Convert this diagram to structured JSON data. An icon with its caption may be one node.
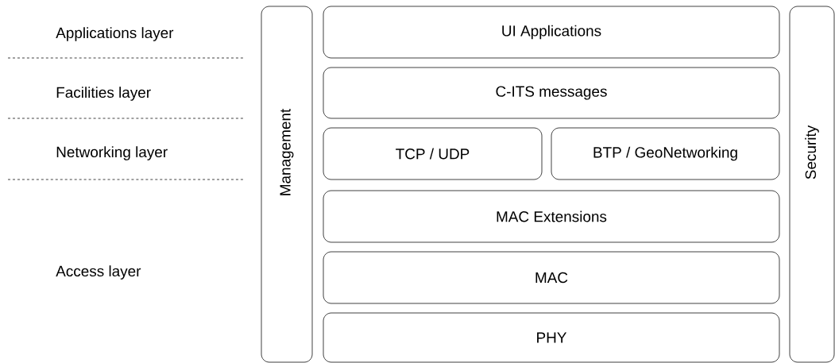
{
  "diagram": {
    "nodes": [
      {
        "text": [
          "Management"
        ]
      },
      {
        "text": [
          "UI Applications"
        ]
      },
      {
        "text": [
          "C-ITS messages"
        ]
      },
      {
        "text": [
          "TCP / UDP"
        ]
      },
      {
        "text": [
          "BTP / GeoNetworking"
        ]
      },
      {
        "text": [
          "MAC Extensions"
        ]
      },
      {
        "text": [
          "MAC"
        ]
      },
      {
        "text": [
          "PHY"
        ]
      },
      {
        "text": [
          "Security"
        ]
      }
    ],
    "labels": [
      "Applications layer",
      "Facilities layer",
      "Networking layer",
      "Access layer"
    ]
  }
}
